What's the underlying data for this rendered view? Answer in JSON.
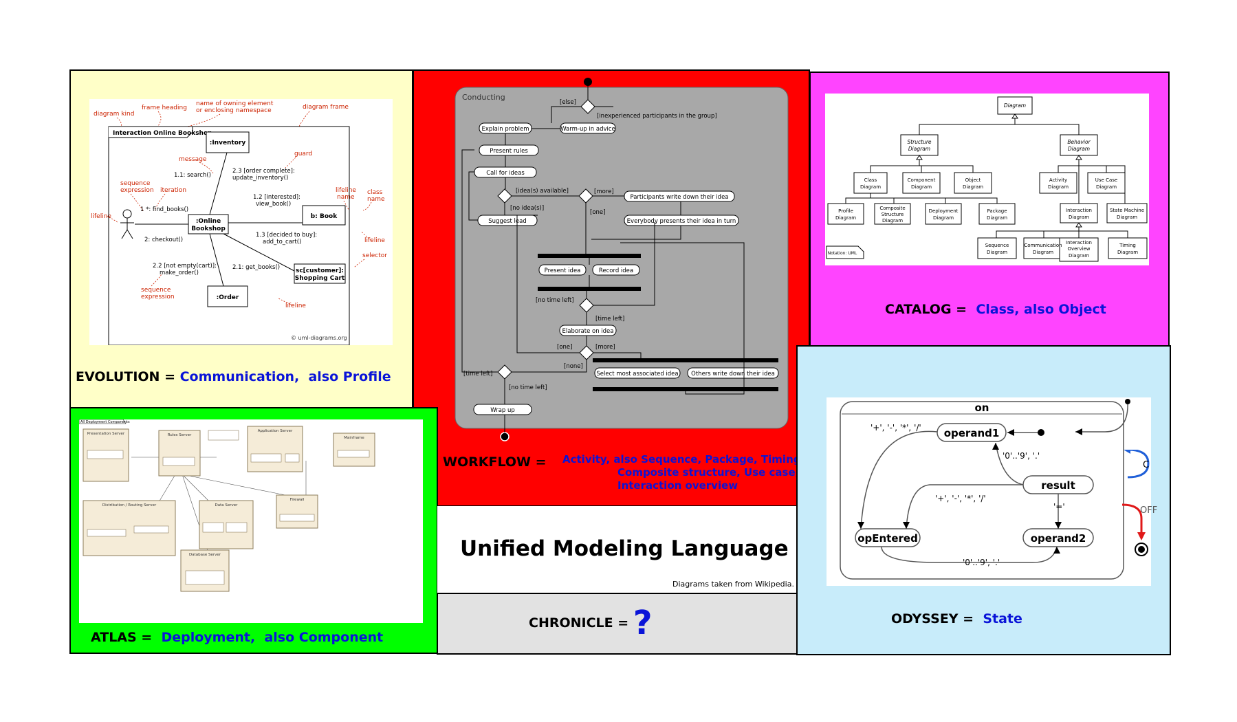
{
  "title": "Unified Modeling Language",
  "source_note": "Diagrams taken from Wikipedia.",
  "colors": {
    "evolution_bg": "#ffffc8",
    "workflow_bg": "#ff0000",
    "catalog_bg": "#ff44ff",
    "atlas_bg": "#00ff00",
    "odyssey_bg": "#c8ecfa",
    "chronicle_bg": "#e2e2e2",
    "label_blue": "#0a14d8"
  },
  "panels": {
    "evolution": {
      "name": "EVOLUTION",
      "eq": " = ",
      "primary": "Communication,",
      "also": "also Profile"
    },
    "workflow": {
      "name": "WORKFLOW",
      "eq": " = ",
      "line1": "Activity,  also Sequence, Package, Timing,",
      "line2": "Composite structure, Use case,",
      "line3": "Interaction overview"
    },
    "catalog": {
      "name": "CATALOG",
      "eq": " = ",
      "primary": "Class, also Object"
    },
    "atlas": {
      "name": "ATLAS",
      "eq": " = ",
      "primary": "Deployment,",
      "also": "also Component"
    },
    "odyssey": {
      "name": "ODYSSEY",
      "eq": " = ",
      "primary": "State"
    },
    "chronicle": {
      "name": "CHRONICLE",
      "eq": " = ",
      "primary": "?"
    }
  },
  "comm_diagram": {
    "frame_heading": "Interaction Online Bookshop",
    "objects": [
      ":Inventory",
      ":Online",
      "Bookshop",
      "b: Book",
      "sc[customer]:",
      "Shopping Cart",
      ":Order"
    ],
    "messages": [
      "1.1: search()",
      "2.3 [order complete]:",
      "update_inventory()",
      "1.2 [interested]:",
      "view_book()",
      "1 *: find_books()",
      "2: checkout()",
      "1.3 [decided to buy]:",
      "add_to_cart()",
      "2.2 [not empty(cart)]:",
      "make_order()",
      "2.1: get_books()"
    ],
    "annotations": [
      "diagram kind",
      "frame heading",
      "name of owning element",
      "or enclosing namespace",
      "diagram frame",
      "message",
      "guard",
      "sequence",
      "expression",
      "iteration",
      "lifeline",
      "lifeline",
      "name",
      "class",
      "name",
      "lifeline",
      "selector",
      "sequence",
      "expression",
      "lifeline"
    ],
    "credit": "© uml-diagrams.org"
  },
  "activity_diagram": {
    "frame": "Conducting",
    "nodes": [
      "Explain problem",
      "Warm-up in advice",
      "Present rules",
      "Call for ideas",
      "Suggest lead",
      "Participants write down their idea",
      "Everybody presents their idea in turn",
      "Present idea",
      "Record idea",
      "Elaborate on idea",
      "Select most associated idea",
      "Others write down their idea",
      "Wrap up"
    ],
    "guards": [
      "[else]",
      "[inexperienced participants in the group]",
      "[idea(s) available]",
      "[no idea(s)]",
      "[more]",
      "[one]",
      "[no time left]",
      "[time left]",
      "[one]",
      "[more]",
      "[none]",
      "[time left]",
      "[no time left]"
    ]
  },
  "class_hierarchy": {
    "root": "Diagram",
    "structure": [
      "Structure",
      "Diagram"
    ],
    "behavior": [
      "Behavior",
      "Diagram"
    ],
    "structure_children": [
      [
        "Class",
        "Diagram"
      ],
      [
        "Component",
        "Diagram"
      ],
      [
        "Object",
        "Diagram"
      ],
      [
        "Profile",
        "Diagram"
      ],
      [
        "Composite",
        "Structure",
        "Diagram"
      ],
      [
        "Deployment",
        "Diagram"
      ],
      [
        "Package",
        "Diagram"
      ]
    ],
    "behavior_children": [
      [
        "Activity",
        "Diagram"
      ],
      [
        "Use Case",
        "Diagram"
      ],
      [
        "Interaction",
        "Diagram"
      ],
      [
        "State Machine",
        "Diagram"
      ]
    ],
    "interaction_children": [
      [
        "Sequence",
        "Diagram"
      ],
      [
        "Communication",
        "Diagram"
      ],
      [
        "Interaction",
        "Overview",
        "Diagram"
      ],
      [
        "Timing",
        "Diagram"
      ]
    ],
    "notation": "Notation: UML"
  },
  "deployment_diagram": {
    "frame": "All Deployment Components",
    "nodes": [
      "Presentation Server",
      "Rules Server",
      "Application Server",
      "Mainframe",
      "Distribution / Routing Server",
      "Data Server",
      "Database Server",
      "Firewall"
    ]
  },
  "state_diagram": {
    "state": "on",
    "substates": [
      "operand1",
      "result",
      "opEntered",
      "operand2"
    ],
    "transitions": [
      "'+', '-', '*', '/'",
      "'0'..'9', '.'",
      "'+', '-', '*', '/'",
      "'='",
      "'0'..'9', '.'"
    ],
    "outer": [
      "C",
      "OFF"
    ]
  }
}
